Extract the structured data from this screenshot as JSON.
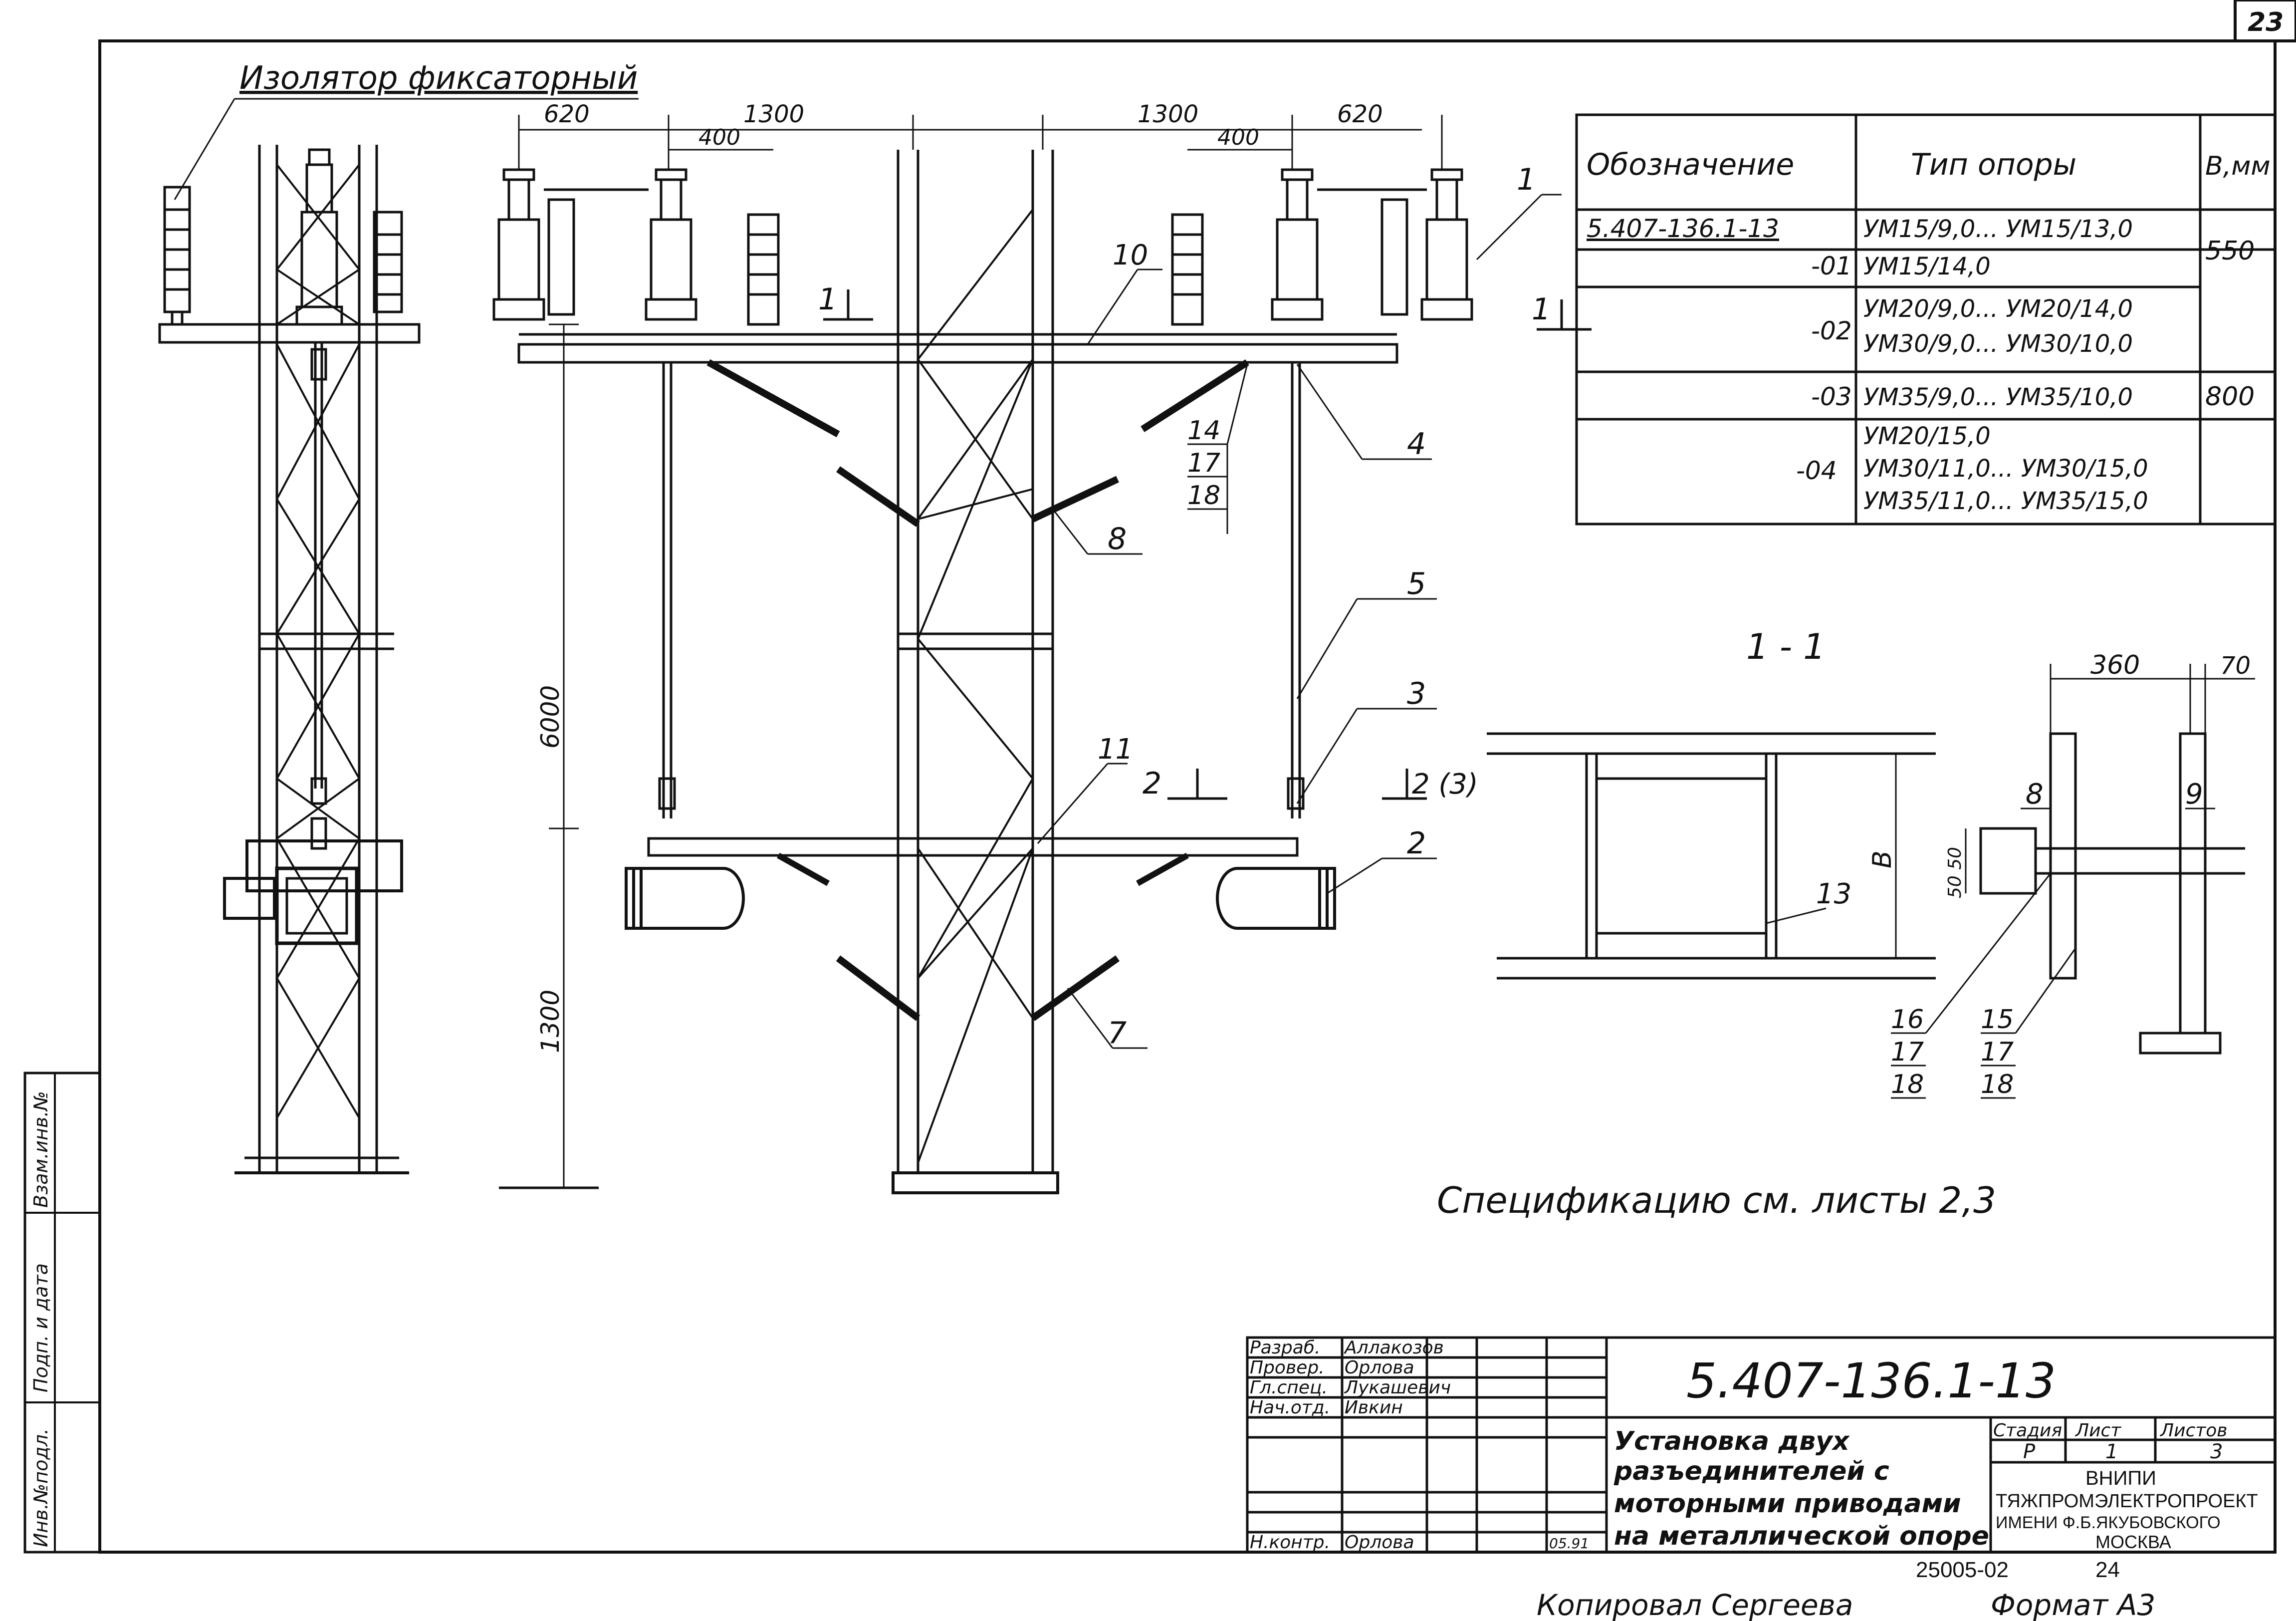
{
  "sheet": {
    "page_number": "23",
    "insulator_label": "Изолятор фиксаторный",
    "spec_note": "Спецификацию см. листы 2,3",
    "copied_by": "Копировал Сергеева",
    "format": "Формат А3",
    "archive_number": "25005-02",
    "archive_page": "24"
  },
  "dimensions": {
    "left_620": "620",
    "left_1300": "1300",
    "left_400": "400",
    "right_1300": "1300",
    "right_620": "620",
    "right_400": "400",
    "height_6000": "6000",
    "height_1300": "1300",
    "section_360": "360",
    "section_70": "70",
    "section_B": "B",
    "section_5050": "50 50"
  },
  "callouts": {
    "c1": "1",
    "c2": "2",
    "c3": "3",
    "c4": "4",
    "c5": "5",
    "c7": "7",
    "c8": "8",
    "c10": "10",
    "c11": "11",
    "c14": "14",
    "c17a": "17",
    "c18a": "18",
    "s8": "8",
    "s9": "9",
    "s13": "13",
    "s16": "16",
    "s17b": "17",
    "s18b": "18",
    "s15": "15",
    "s17c": "17",
    "s18c": "18"
  },
  "section_marks": {
    "cut1_left": "1",
    "cut1_right": "1",
    "cut2_left": "2",
    "cut2_right": "2 (3)",
    "section_title": "1 - 1"
  },
  "support_table": {
    "headers": [
      "Обозначение",
      "Тип опоры",
      "B,мм"
    ],
    "rows": [
      {
        "designation": "5.407-136.1-13",
        "types": [
          "УМ15/9,0... УМ15/13,0"
        ]
      },
      {
        "designation": "-01",
        "types": [
          "УМ15/14,0"
        ]
      },
      {
        "designation": "-02",
        "types": [
          "УМ20/9,0... УМ20/14,0",
          "УМ30/9,0... УМ30/10,0"
        ]
      },
      {
        "designation": "-03",
        "types": [
          "УМ35/9,0... УМ35/10,0"
        ]
      },
      {
        "designation": "-04",
        "types": [
          "УМ20/15,0",
          "УМ30/11,0... УМ30/15,0",
          "УМ35/11,0... УМ35/15,0"
        ]
      }
    ],
    "b_values": [
      "550",
      "800"
    ]
  },
  "side_stamp": [
    "Инв.№подл.",
    "Подп. и дата",
    "Взам.инв.№"
  ],
  "title_block": {
    "document_code": "5.407-136.1-13",
    "title_lines": [
      "Установка двух",
      "разъединителей с",
      "моторными приводами",
      "на металлической опоре"
    ],
    "roles": [
      {
        "role": "Разраб.",
        "name": "Аллакозов"
      },
      {
        "role": "Провер.",
        "name": "Орлова"
      },
      {
        "role": "Гл.спец.",
        "name": "Лукашевич"
      },
      {
        "role": "Нач.отд.",
        "name": "Ивкин"
      },
      {
        "role": "Н.контр.",
        "name": "Орлова"
      }
    ],
    "date": "05.91",
    "stage_header": "Стадия",
    "sheet_header": "Лист",
    "sheets_header": "Листов",
    "stage": "Р",
    "sheet": "1",
    "sheets": "3",
    "org_lines": [
      "ВНИПИ",
      "ТЯЖПРОМЭЛЕКТРОПРОЕКТ",
      "ИМЕНИ Ф.Б.ЯКУБОВСКОГО",
      "МОСКВА"
    ]
  }
}
